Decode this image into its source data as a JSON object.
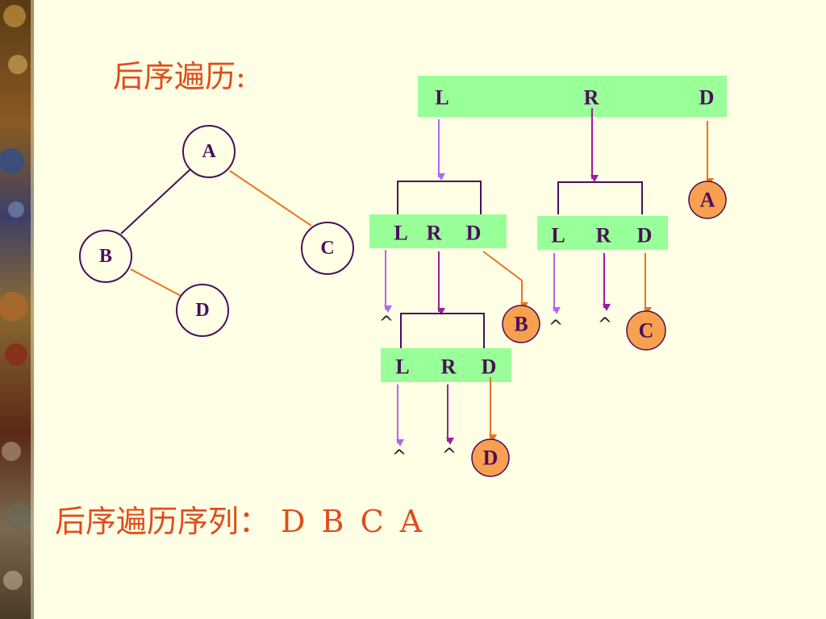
{
  "title": "后序遍历:",
  "result": {
    "label": "后序遍历序列：",
    "sequence": "D  B  C  A"
  },
  "tree": {
    "nodes": [
      {
        "label": "A"
      },
      {
        "label": "B"
      },
      {
        "label": "C"
      },
      {
        "label": "D"
      }
    ]
  },
  "traversal": {
    "root_box": {
      "l": "L",
      "r": "R",
      "d": "D"
    },
    "box_b": {
      "l": "L",
      "r": "R",
      "d": "D"
    },
    "box_c": {
      "l": "L",
      "r": "R",
      "d": "D"
    },
    "box_d": {
      "l": "L",
      "r": "R",
      "d": "D"
    },
    "null_symbol": "^",
    "visited": [
      {
        "label": "A"
      },
      {
        "label": "B"
      },
      {
        "label": "C"
      },
      {
        "label": "D"
      }
    ]
  },
  "colors": {
    "text_accent": "#e04d1a",
    "node_border": "#4b0f5a",
    "box_fill": "#99ff99",
    "arrow_left": "#b266f0",
    "arrow_right": "#a01c9c",
    "arrow_visit": "#e8761e",
    "visited_fill": "#f7a050"
  }
}
